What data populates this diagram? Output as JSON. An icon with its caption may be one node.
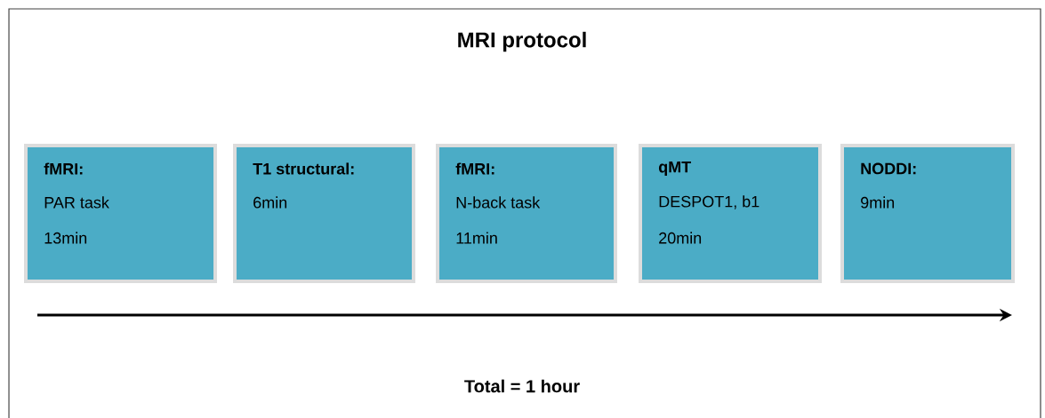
{
  "diagram": {
    "title": "MRI protocol",
    "nodes": [
      {
        "text": [
          "fMRI:",
          "PAR task",
          "13min"
        ]
      },
      {
        "text": [
          "T1 structural:",
          "6min"
        ]
      },
      {
        "text": [
          "fMRI:",
          "N-back task",
          "11min"
        ]
      },
      {
        "text": [
          "qMT",
          "DESPOT1, b1",
          "20min"
        ]
      },
      {
        "text": [
          "NODDI:",
          "9min"
        ]
      }
    ],
    "labels": [
      "Total = 1 hour"
    ]
  }
}
